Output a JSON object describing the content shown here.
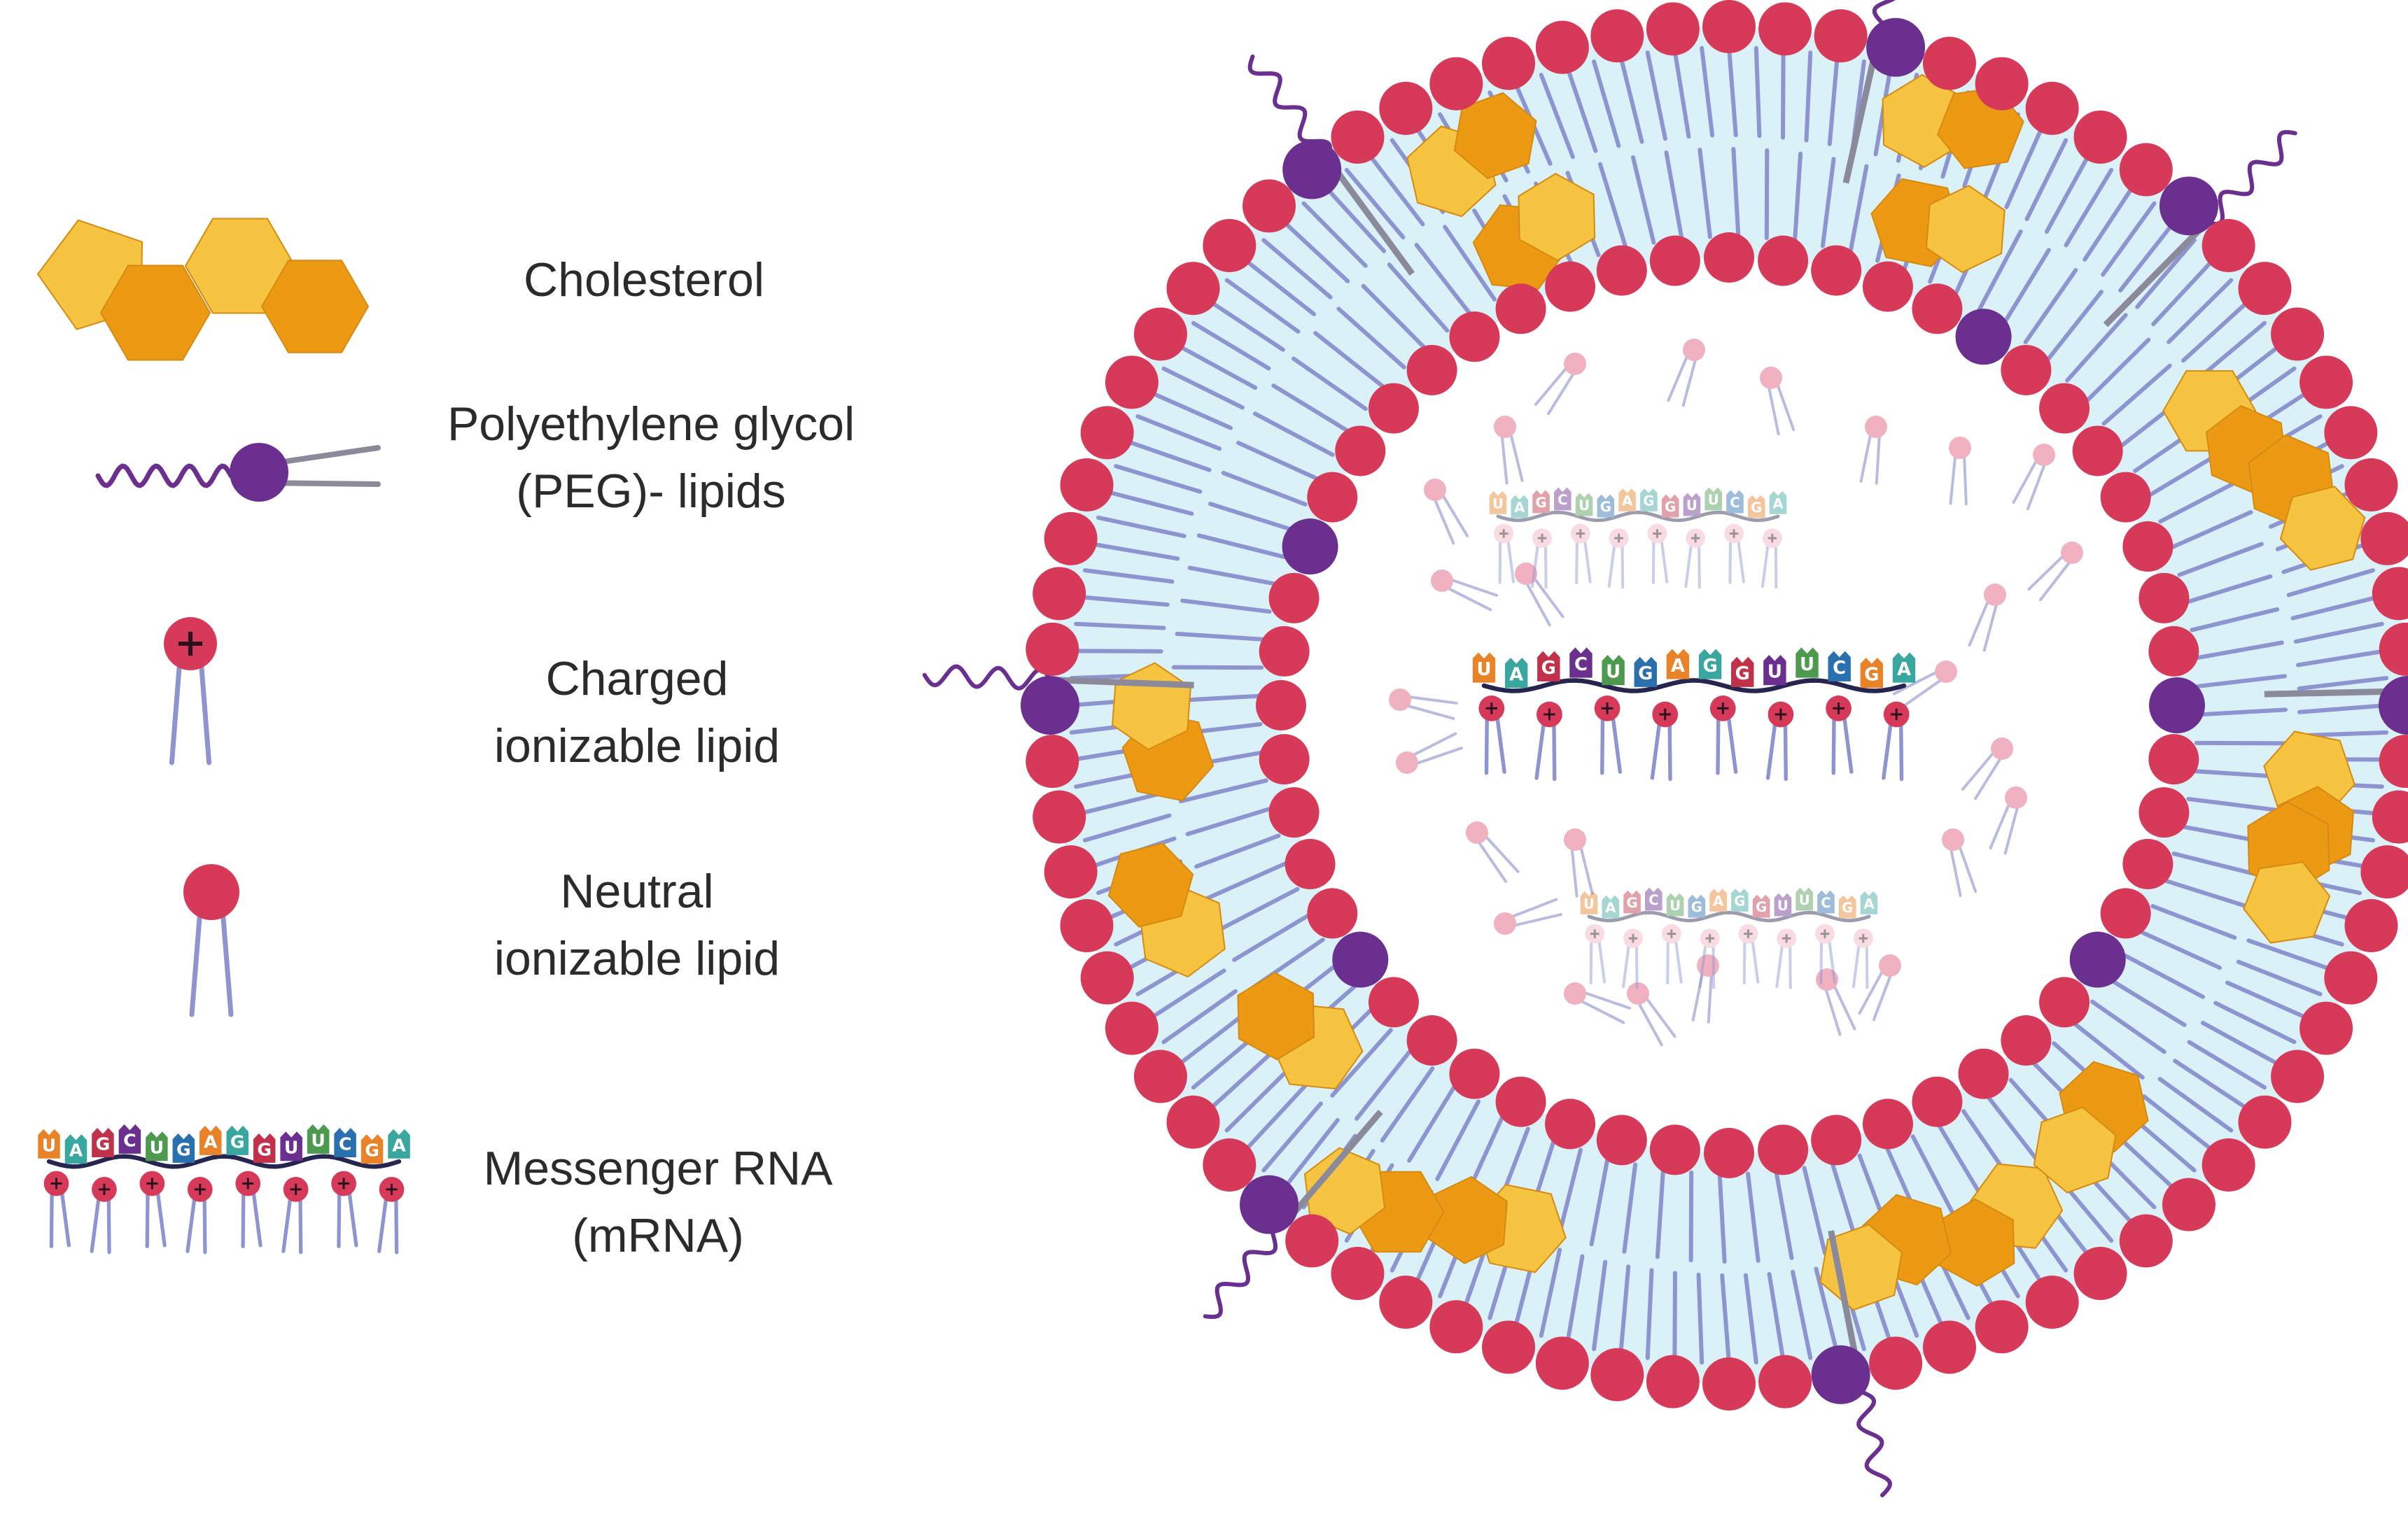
{
  "legend": {
    "cholesterol": {
      "line1": "Cholesterol"
    },
    "peg": {
      "line1": "Polyethylene glycol",
      "line2": "(PEG)- lipids"
    },
    "charged": {
      "line1": "Charged",
      "line2": "ionizable lipid"
    },
    "neutral": {
      "line1": "Neutral",
      "line2": "ionizable lipid"
    },
    "mrna": {
      "line1": "Messenger RNA",
      "line2": "(mRNA)"
    }
  },
  "mrna_bases": [
    "U",
    "A",
    "G",
    "C",
    "U",
    "G",
    "A",
    "G",
    "G",
    "U",
    "U",
    "C",
    "G",
    "A"
  ],
  "charge_symbol": "+",
  "colors": {
    "head": "#d63a58",
    "head_pale": "#f0b2c0",
    "tail": "#8d94cf",
    "peg": "#6a2f8f",
    "peg_tail": "#8a8a9a",
    "chol_light": "#f7c441",
    "chol_dark": "#ec9913",
    "chol_edge": "#d68a10",
    "membrane_fill": "#dbf1f8",
    "rna_backbone": "#25254f",
    "base_colors": [
      "#e8832a",
      "#3aa6a0",
      "#c1324a",
      "#6a2f8f",
      "#4d9a4f",
      "#2a6fae"
    ]
  }
}
